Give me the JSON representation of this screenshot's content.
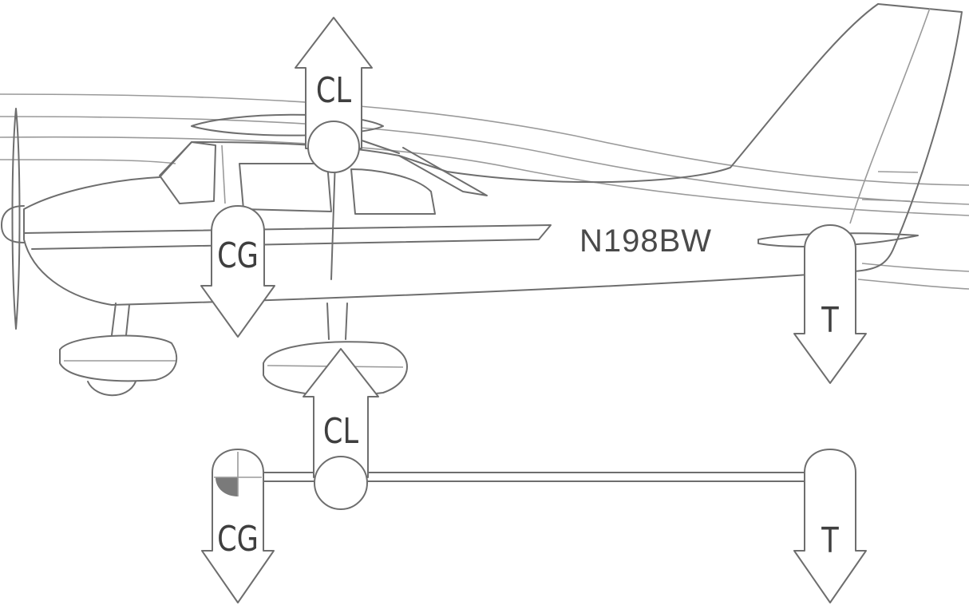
{
  "registration": "N198BW",
  "forces": {
    "lift": "CL",
    "center_of_gravity": "CG",
    "tail_force": "T"
  },
  "colors": {
    "stroke": "#6e6e6e",
    "label": "#3f3f3f",
    "cg_marker": "#7a7a7a"
  }
}
